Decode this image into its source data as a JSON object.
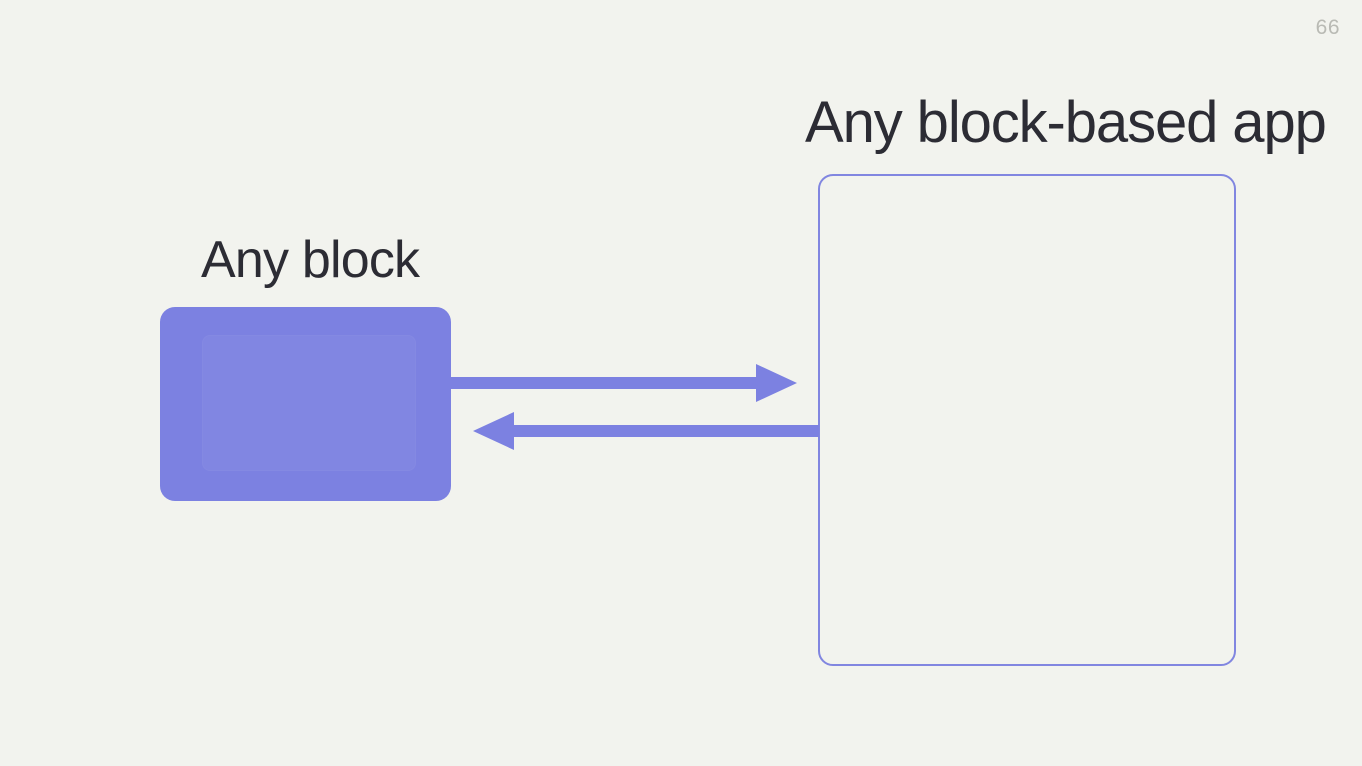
{
  "slide": {
    "background_color": "#f2f3ee",
    "page_number": "66"
  },
  "block": {
    "label": "Any block",
    "fill_color": "#7c81e1",
    "icon": "rounded-rectangle-block"
  },
  "app": {
    "label": "Any block-based app",
    "border_color": "#8186e0",
    "icon": "rounded-rectangle-panel"
  },
  "connections": {
    "outbound": {
      "icon": "arrow-right-icon",
      "color": "#7c81e1",
      "direction": "block-to-app"
    },
    "inbound": {
      "icon": "arrow-left-icon",
      "color": "#7c81e1",
      "direction": "app-to-block"
    }
  },
  "text_color": "#2c2c34",
  "page_number_color": "#b9bab4"
}
